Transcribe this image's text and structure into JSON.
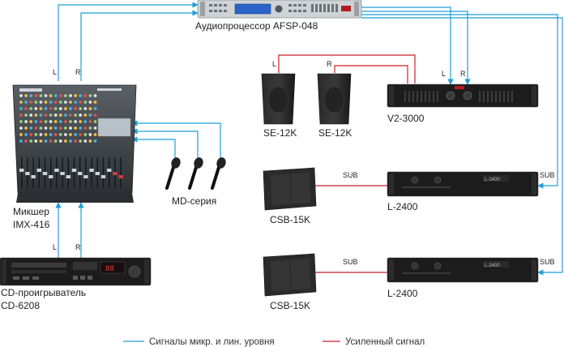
{
  "colors": {
    "line_signal": "#1e9fd6",
    "amp_signal": "#c8202a",
    "device_dark": "#1b1b1b",
    "text": "#222222"
  },
  "devices": {
    "processor": {
      "label": "Аудиопроцессор AFSP-048"
    },
    "mixer": {
      "label_line1": "Микшер",
      "label_line2": "IMX-416"
    },
    "cd": {
      "label_line1": "CD-проигрыватель",
      "label_line2": "CD-6208"
    },
    "speaker_left": {
      "label": "SE-12K"
    },
    "speaker_right": {
      "label": "SE-12K"
    },
    "amp_main": {
      "label": "V2-3000"
    },
    "sub_top": {
      "label": "CSB-15K"
    },
    "sub_bottom": {
      "label": "CSB-15K"
    },
    "amp_sub_top": {
      "label": "L-2400"
    },
    "amp_sub_bottom": {
      "label": "L-2400"
    },
    "mics": {
      "label": "MD-серия"
    }
  },
  "channel_labels": {
    "mixer_to_processor_l": "L",
    "mixer_to_processor_r": "R",
    "cd_to_mixer_l": "L",
    "cd_to_mixer_r": "R",
    "amp_to_speaker_l": "L",
    "amp_to_speaker_r": "R",
    "processor_to_amp_l": "L",
    "processor_to_amp_r": "R",
    "sub_amp_top_out": "SUB",
    "sub_amp_top_in": "SUB",
    "sub_amp_bottom_out": "SUB",
    "sub_amp_bottom_in": "SUB"
  },
  "legend": {
    "signal": "Сигналы микр. и лин. уровня",
    "amplified": "Усиленный сигнал"
  }
}
